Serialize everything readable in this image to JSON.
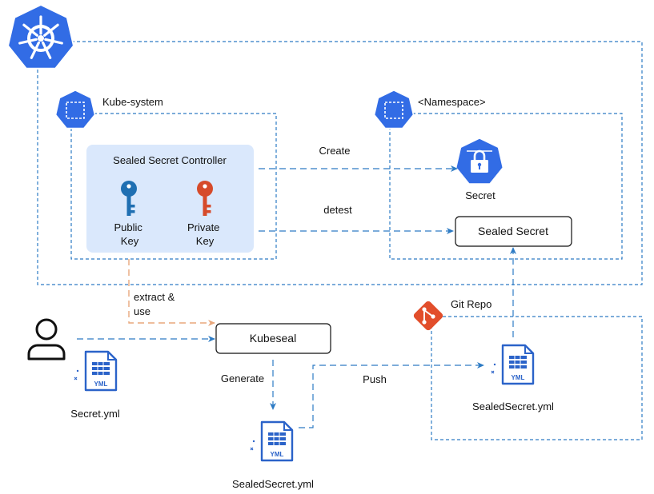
{
  "kube_system": {
    "label": "Kube-system"
  },
  "namespace": {
    "label": "<Namespace>"
  },
  "controller": {
    "title": "Sealed Secret Controller",
    "public_key": [
      "Public",
      "Key"
    ],
    "private_key": [
      "Private",
      "Key"
    ]
  },
  "secret_resource": {
    "label": "Secret"
  },
  "sealed_secret": {
    "label": "Sealed Secret"
  },
  "edges": {
    "create": "Create",
    "detest": "detest",
    "extract_use": [
      "extract &",
      "use"
    ],
    "generate": "Generate",
    "push": "Push"
  },
  "kubeseal": {
    "label": "Kubeseal"
  },
  "git_repo": {
    "label": "Git Repo"
  },
  "files": {
    "secret_yml": "Secret.yml",
    "sealed_secret_yml_local": "SealedSecret.yml",
    "sealed_secret_yml_repo": "SealedSecret.yml",
    "badge": "YML"
  },
  "colors": {
    "kube_blue": "#326ce5",
    "edge_blue": "#2d7bc4",
    "edge_orange": "#e8a77c",
    "controller_fill": "#dae8fc",
    "public_key": "#1f6fb2",
    "private_key": "#d64a2a",
    "git": "#e24e2b"
  }
}
